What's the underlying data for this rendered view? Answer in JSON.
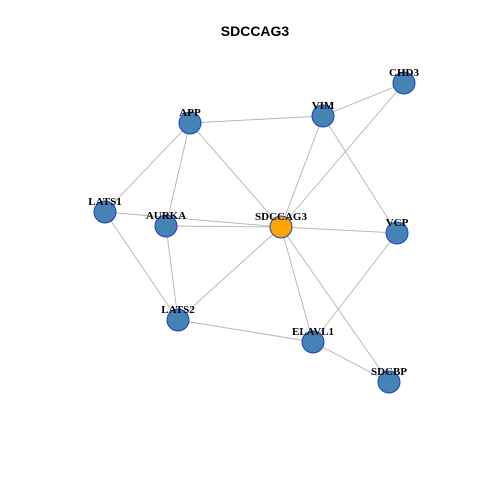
{
  "title": "SDCCAG3",
  "colors": {
    "default_node": "#4682b4",
    "highlight_node": "#ffa500",
    "node_border": "#1f3ec4",
    "edge": "#b4b4b4"
  },
  "nodes": [
    {
      "id": "SDCCAG3",
      "label": "SDCCAG3",
      "highlight": true
    },
    {
      "id": "CHD3",
      "label": "CHD3",
      "highlight": false
    },
    {
      "id": "VIM",
      "label": "VIM",
      "highlight": false
    },
    {
      "id": "APP",
      "label": "APP",
      "highlight": false
    },
    {
      "id": "LATS1",
      "label": "LATS1",
      "highlight": false
    },
    {
      "id": "AURKA",
      "label": "AURKA",
      "highlight": false
    },
    {
      "id": "VCP",
      "label": "VCP",
      "highlight": false
    },
    {
      "id": "LATS2",
      "label": "LATS2",
      "highlight": false
    },
    {
      "id": "ELAVL1",
      "label": "ELAVL1",
      "highlight": false
    },
    {
      "id": "SDCBP",
      "label": "SDCBP",
      "highlight": false
    }
  ],
  "edges": [
    [
      "APP",
      "VIM"
    ],
    [
      "VIM",
      "CHD3"
    ],
    [
      "CHD3",
      "SDCCAG3"
    ],
    [
      "VIM",
      "SDCCAG3"
    ],
    [
      "VIM",
      "VCP"
    ],
    [
      "APP",
      "SDCCAG3"
    ],
    [
      "APP",
      "LATS1"
    ],
    [
      "APP",
      "AURKA"
    ],
    [
      "LATS1",
      "SDCCAG3"
    ],
    [
      "LATS1",
      "LATS2"
    ],
    [
      "AURKA",
      "SDCCAG3"
    ],
    [
      "AURKA",
      "LATS2"
    ],
    [
      "SDCCAG3",
      "VCP"
    ],
    [
      "SDCCAG3",
      "LATS2"
    ],
    [
      "SDCCAG3",
      "ELAVL1"
    ],
    [
      "SDCCAG3",
      "SDCBP"
    ],
    [
      "VCP",
      "ELAVL1"
    ],
    [
      "LATS2",
      "ELAVL1"
    ],
    [
      "ELAVL1",
      "SDCBP"
    ]
  ]
}
